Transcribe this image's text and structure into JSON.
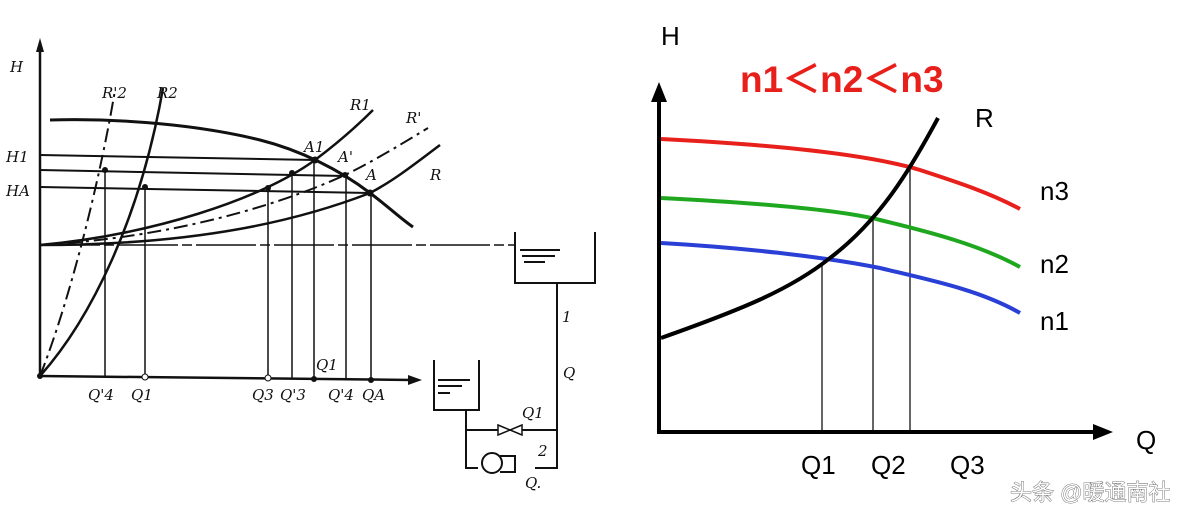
{
  "left_diagram": {
    "axis_h": "H",
    "h_labels": {
      "h1": "H1",
      "ha": "HA"
    },
    "curve_labels": {
      "r_prime_2": "R'2",
      "r2": "R2",
      "r1": "R1",
      "r_prime": "R'",
      "r": "R"
    },
    "point_labels": {
      "a1": "A1",
      "a_prime": "A'",
      "a": "A"
    },
    "q_labels": [
      "Q'4",
      "Q1",
      "Q3",
      "Q'3",
      "Q'4",
      "QA"
    ],
    "q_upper_label": "Q1",
    "pipe_labels": {
      "one": "1",
      "q_right": "Q",
      "q_branch": "Q1",
      "two": "2",
      "q_bottom": "Q."
    }
  },
  "right_chart": {
    "title": "n1＜n2＜n3",
    "axis_h": "H",
    "axis_q": "Q",
    "curve_r": "R",
    "series": [
      {
        "name": "n3",
        "color": "#e8201c"
      },
      {
        "name": "n2",
        "color": "#1fa81f"
      },
      {
        "name": "n1",
        "color": "#2a3fd6"
      }
    ],
    "q_ticks": [
      "Q1",
      "Q2",
      "Q3"
    ]
  },
  "watermark": "头条 @暖通南社"
}
